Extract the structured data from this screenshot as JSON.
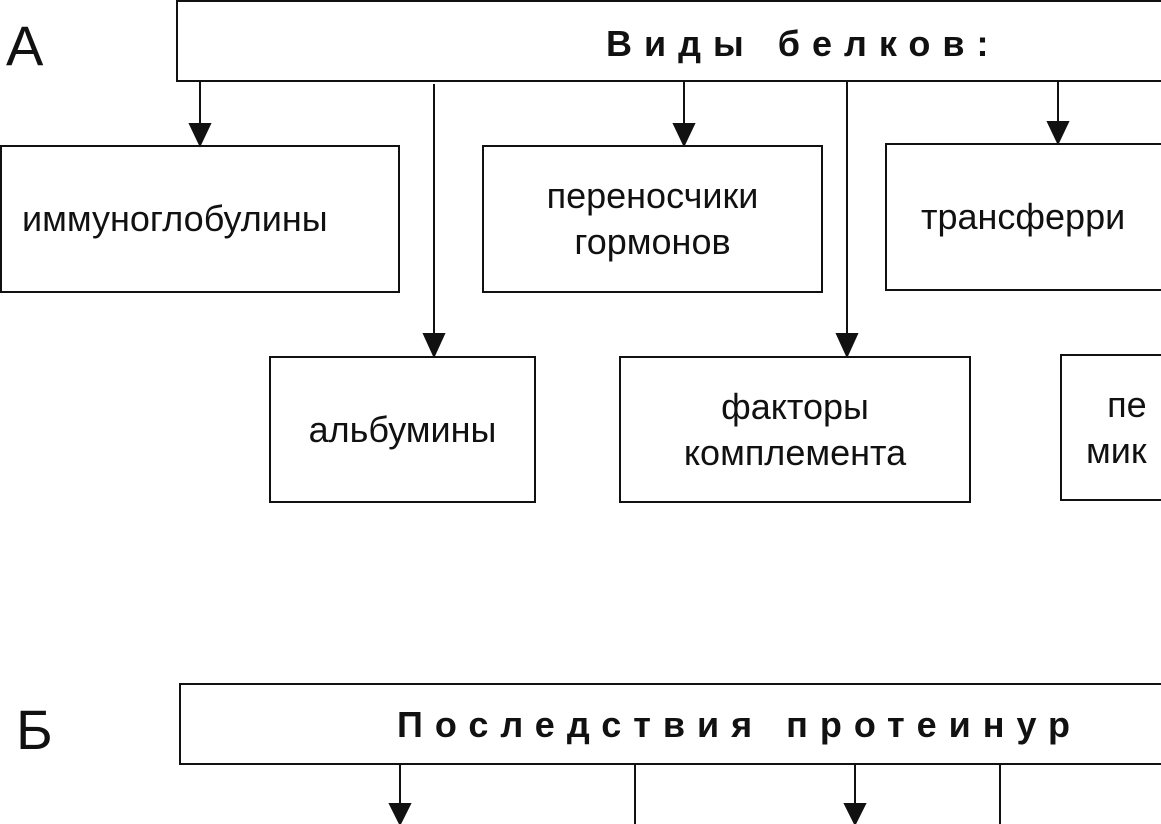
{
  "section_a": {
    "letter": "А",
    "title": "Виды белков:",
    "items": [
      {
        "label": "иммуноглобулины"
      },
      {
        "label": "переносчики\nгормонов"
      },
      {
        "label": "трансферри"
      },
      {
        "label": "альбумины"
      },
      {
        "label": "факторы\nкомплемента"
      },
      {
        "label": "пе\nмик"
      }
    ]
  },
  "section_b": {
    "letter": "Б",
    "title": "Последствия протеинур"
  }
}
